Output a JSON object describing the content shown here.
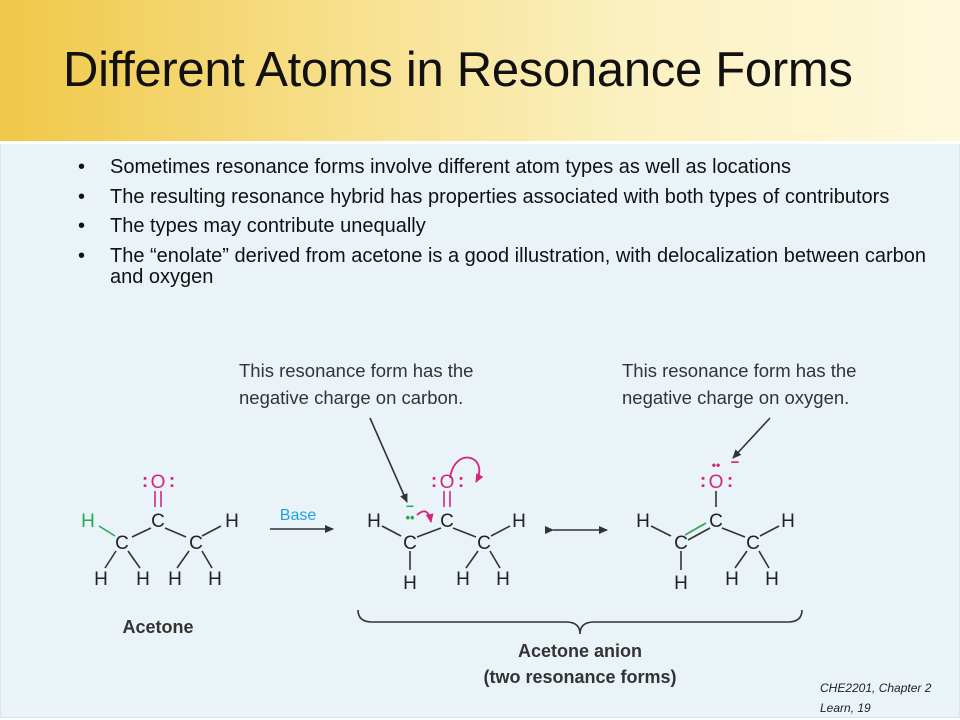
{
  "slide": {
    "title": "Different Atoms in Resonance Forms",
    "bullets": [
      "Sometimes resonance forms involve different atom types as well as locations",
      "The resulting resonance hybrid has properties associated with both types of contributors",
      "The types may contribute unequally",
      "The “enolate” derived from acetone is a good illustration, with delocalization between carbon and oxygen"
    ],
    "bullet_glyph": "•"
  },
  "figure": {
    "callout_carbon": [
      "This resonance form has the",
      "negative charge on carbon."
    ],
    "callout_oxygen": [
      "This resonance form has the",
      "negative charge on oxygen."
    ],
    "reaction_label": "Base",
    "acetone_label": "Acetone",
    "anion_label": [
      "Acetone anion",
      "(two resonance forms)"
    ],
    "atoms": {
      "carbon": "C",
      "oxygen": "O",
      "hydrogen": "H"
    },
    "lone_pair_glyph": ":",
    "lone_pair_dots": "••",
    "charge_glyph": "−",
    "colors": {
      "oxygen": "#d42480",
      "highlight": "#29a852",
      "arrow_label": "#1aa4e0",
      "text": "#333333"
    }
  },
  "footer": {
    "line1": "CHE2201, Chapter 2",
    "line2": "Learn, 19"
  }
}
